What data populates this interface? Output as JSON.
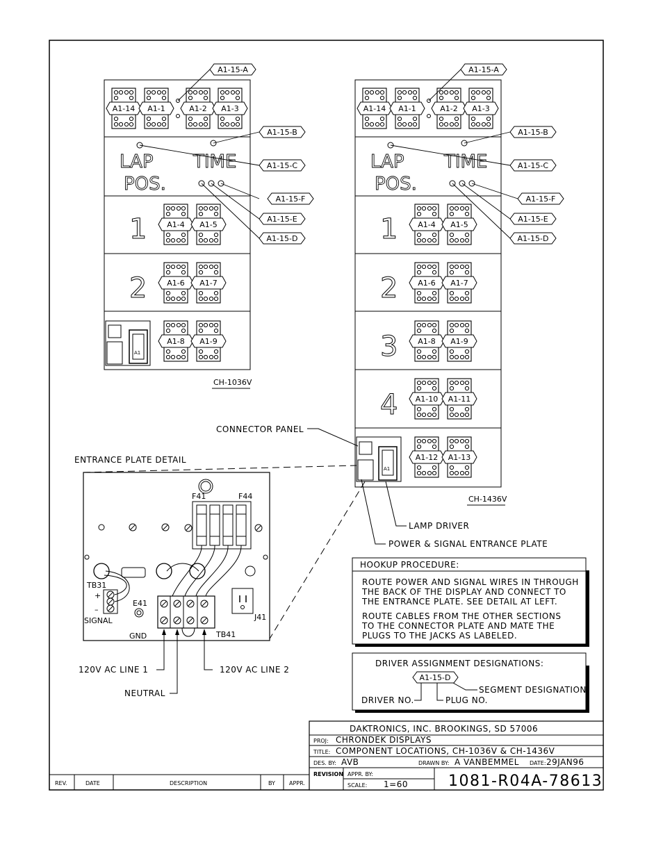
{
  "display_left": {
    "model": "CH-1036V",
    "headings": {
      "lap": "LAP",
      "time": "TIME",
      "pos": "POS."
    },
    "digits": [
      "1",
      "2"
    ],
    "top_modules": [
      "A1-14",
      "A1-1",
      "A1-2",
      "A1-3"
    ],
    "row_modules": [
      [
        "A1-4",
        "A1-5"
      ],
      [
        "A1-6",
        "A1-7"
      ],
      [
        "A1-8",
        "A1-9"
      ]
    ],
    "callouts": [
      "A1-15-A",
      "A1-15-B",
      "A1-15-C",
      "A1-15-F",
      "A1-15-E",
      "A1-15-D"
    ],
    "driver_label": "A1"
  },
  "display_right": {
    "model": "CH-1436V",
    "headings": {
      "lap": "LAP",
      "time": "TIME",
      "pos": "POS."
    },
    "digits": [
      "1",
      "2",
      "3",
      "4"
    ],
    "top_modules": [
      "A1-14",
      "A1-1",
      "A1-2",
      "A1-3"
    ],
    "row_modules": [
      [
        "A1-4",
        "A1-5"
      ],
      [
        "A1-6",
        "A1-7"
      ],
      [
        "A1-8",
        "A1-9"
      ],
      [
        "A1-10",
        "A1-11"
      ],
      [
        "A1-12",
        "A1-13"
      ]
    ],
    "callouts": [
      "A1-15-A",
      "A1-15-B",
      "A1-15-C",
      "A1-15-F",
      "A1-15-E",
      "A1-15-D"
    ],
    "driver_label": "A1"
  },
  "labels": {
    "connector_panel": "CONNECTOR PANEL",
    "entrance_plate_detail": "ENTRANCE PLATE DETAIL",
    "lamp_driver": "LAMP DRIVER",
    "power_signal_plate": "POWER & SIGNAL ENTRANCE PLATE"
  },
  "entrance_plate": {
    "fuse_left": "F41",
    "fuse_right": "F44",
    "tb31": "TB31",
    "plus": "+",
    "minus": "–",
    "signal": "SIGNAL",
    "e41": "E41",
    "gnd": "GND",
    "tb41": "TB41",
    "j41": "J41",
    "line1": "120V AC LINE 1",
    "line2": "120V AC LINE 2",
    "neutral": "NEUTRAL"
  },
  "hookup": {
    "title": "HOOKUP PROCEDURE:",
    "para1": [
      "ROUTE POWER AND SIGNAL WIRES IN THROUGH",
      "THE BACK OF THE DISPLAY AND CONNECT TO",
      "THE ENTRANCE PLATE.  SEE DETAIL AT LEFT."
    ],
    "para2": [
      "ROUTE CABLES FROM THE OTHER SECTIONS",
      "TO THE CONNECTOR PLATE AND MATE THE",
      "PLUGS TO THE JACKS AS LABELED."
    ]
  },
  "driver_assign": {
    "title": "DRIVER ASSIGNMENT DESIGNATIONS:",
    "example": "A1-15-D",
    "segment": "SEGMENT DESIGNATION",
    "driver_no": "DRIVER NO.",
    "plug_no": "PLUG NO."
  },
  "title_block": {
    "company": "DAKTRONICS, INC.    BROOKINGS, SD  57006",
    "proj_label": "PROJ:",
    "proj": "CHRONDEK DISPLAYS",
    "title_label": "TITLE:",
    "title": "COMPONENT LOCATIONS, CH-1036V & CH-1436V",
    "des_label": "DES. BY:",
    "des": "AVB",
    "drawn_label": "DRAWN BY:",
    "drawn": "A VANBEMMEL",
    "date_label": "DATE:",
    "date": "29JAN96",
    "revision_label": "REVISION",
    "appr_label": "APPR. BY:",
    "scale_label": "SCALE:",
    "scale": "1=60",
    "drawing_no": "1081-R04A-78613"
  },
  "revision_block": {
    "rev": "REV.",
    "date": "DATE",
    "description": "DESCRIPTION",
    "by": "BY",
    "appr": "APPR."
  }
}
